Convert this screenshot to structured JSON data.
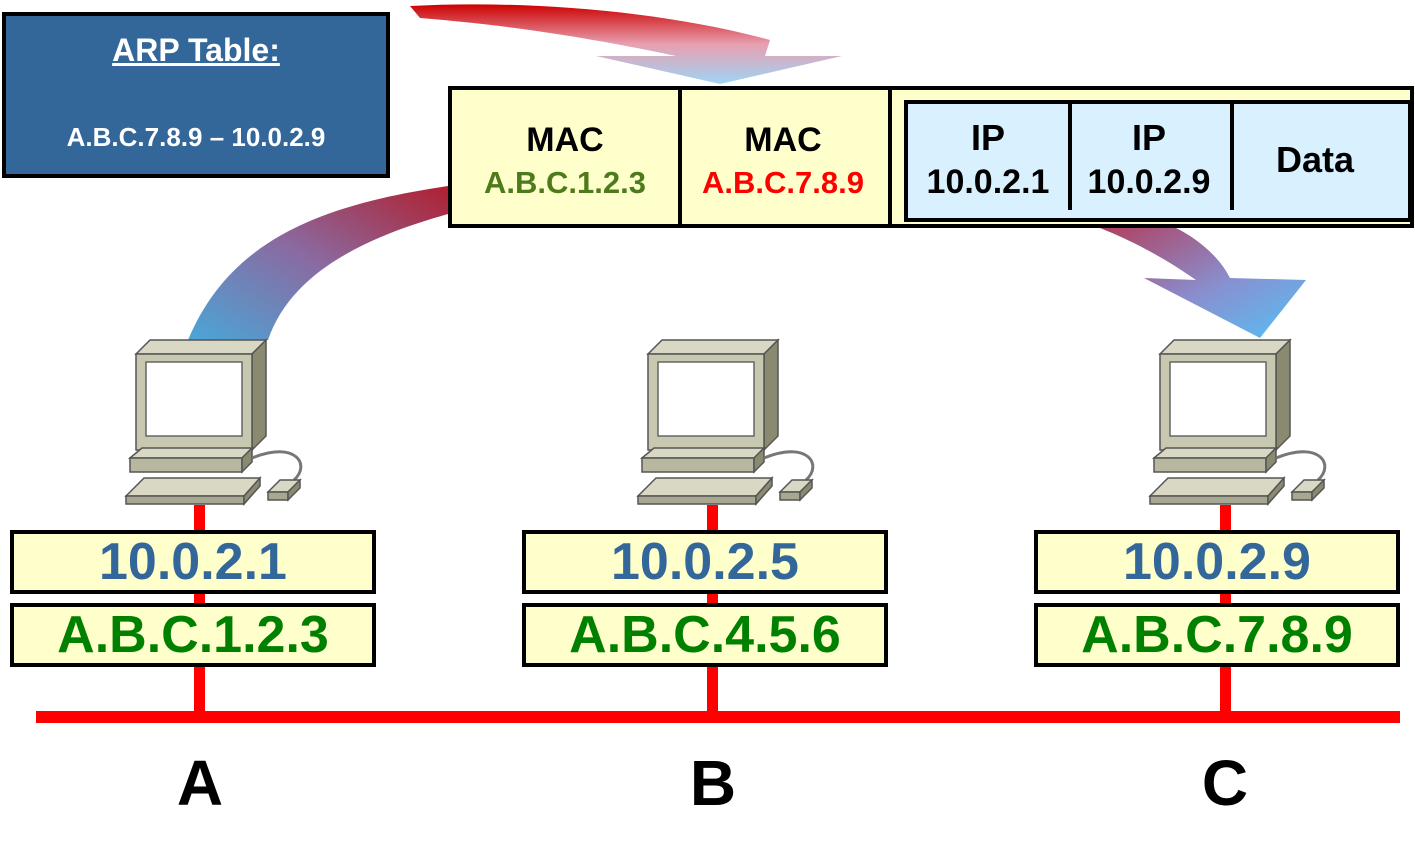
{
  "arp_table": {
    "title": "ARP Table:",
    "entry": "A.B.C.7.8.9  – 10.0.2.9"
  },
  "frame": {
    "dst_mac": {
      "title": "MAC",
      "value": "A.B.C.1.2.3"
    },
    "src_mac": {
      "title": "MAC",
      "value": "A.B.C.7.8.9"
    },
    "dst_ip": {
      "title": "IP",
      "value": "10.0.2.1"
    },
    "src_ip": {
      "title": "IP",
      "value": "10.0.2.9"
    },
    "data_label": "Data"
  },
  "hosts": [
    {
      "letter": "A",
      "ip": "10.0.2.1",
      "mac": "A.B.C.1.2.3"
    },
    {
      "letter": "B",
      "ip": "10.0.2.5",
      "mac": "A.B.C.4.5.6"
    },
    {
      "letter": "C",
      "ip": "10.0.2.9",
      "mac": "A.B.C.7.8.9"
    }
  ],
  "colors": {
    "arp_background": "#336699",
    "label_background": "#ffffcc",
    "ip_header_background": "#d9f1ff",
    "network_line": "#ff0000",
    "ip_text": "#336699",
    "mac_text": "#008000",
    "dst_mac_text": "#4d7a1a",
    "src_mac_text": "#ff0000"
  }
}
